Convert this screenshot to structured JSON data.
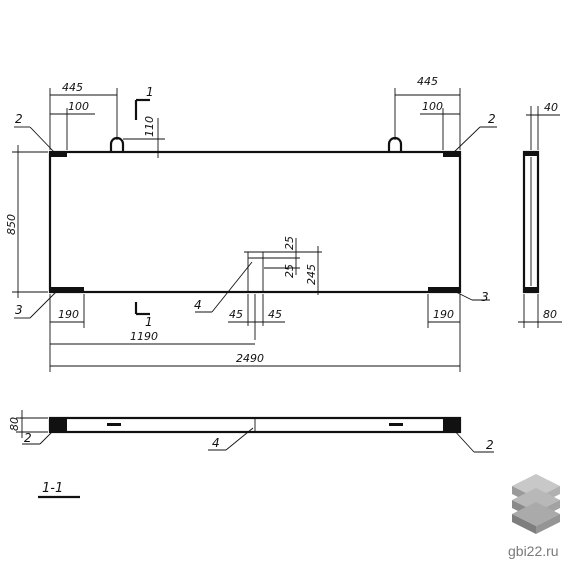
{
  "dimensions": {
    "left_offset": "445",
    "left_inner": "100",
    "right_offset": "445",
    "right_inner": "100",
    "height": "850",
    "lug_height": "110",
    "top_gap": "25",
    "mid_gap": "25",
    "mid_height": "245",
    "bottom_left_support": "190",
    "bottom_right_support": "190",
    "slot_left": "45",
    "slot_right": "45",
    "half_length": "1190",
    "total_length": "2490",
    "side_thickness": "40",
    "side_depth": "80",
    "section_height": "80"
  },
  "callouts": {
    "top_left": "2",
    "top_right": "2",
    "bottom_left": "3",
    "bottom_right": "3",
    "slot": "4",
    "section_left": "2",
    "section_slot": "4",
    "section_right": "2"
  },
  "section_marks": {
    "top": "1",
    "bottom": "1",
    "caption": "1-1"
  },
  "watermark": {
    "site": "gbi22.ru",
    "logo_icon": "stacked-slabs-logo"
  }
}
